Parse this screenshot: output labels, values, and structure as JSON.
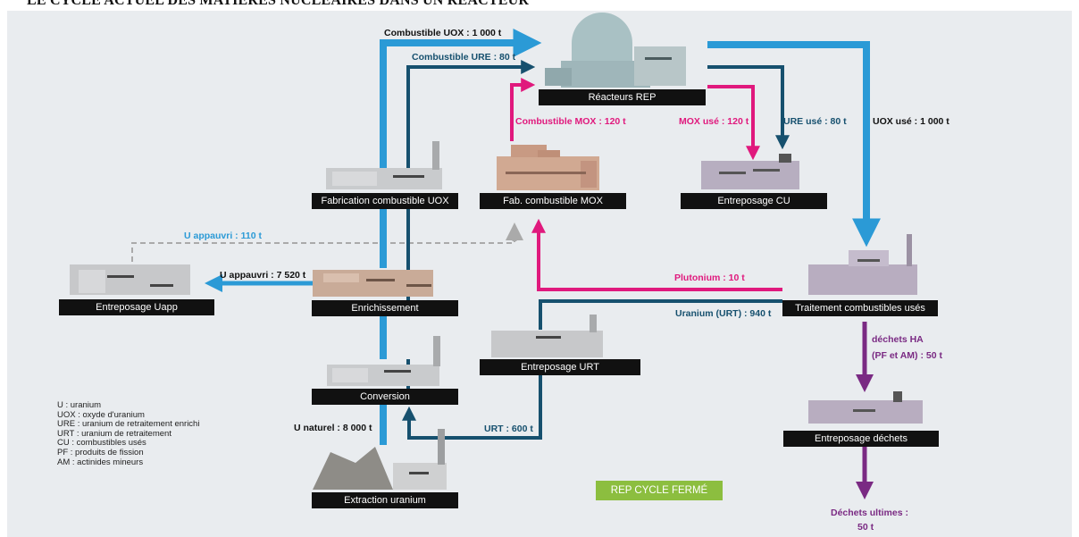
{
  "title": "LE CYCLE ACTUEL DES MATIÈRES NUCLÉAIRES DANS UN RÉACTEUR",
  "colors": {
    "uox_flow": "#2b9ad6",
    "ure_flow": "#16506e",
    "mox_flow": "#e0197d",
    "waste_flow": "#7a2a83",
    "depleted_flow": "#aaaaaa",
    "badge": "#8cbe3f"
  },
  "facilities": {
    "reactor": "Réacteurs REP",
    "fab_uox": "Fabrication combustible UOX",
    "fab_mox": "Fab. combustible MOX",
    "storage_cu": "Entreposage CU",
    "storage_uapp": "Entreposage Uapp",
    "enrichment": "Enrichissement",
    "treatment": "Traitement combustibles usés",
    "storage_urt": "Entreposage URT",
    "conversion": "Conversion",
    "storage_waste": "Entreposage déchets",
    "extraction": "Extraction uranium"
  },
  "flows": {
    "fuel_uox": "Combustible UOX : 1 000 t",
    "fuel_ure": "Combustible URE : 80 t",
    "fuel_mox": "Combustible MOX : 120 t",
    "mox_used": "MOX usé : 120 t",
    "ure_used": "URE usé : 80 t",
    "uox_used": "UOX usé : 1 000 t",
    "u_depleted_110": "U appauvri : 110 t",
    "u_depleted_7520": "U appauvri : 7 520 t",
    "plutonium": "Plutonium : 10 t",
    "uranium_urt": "Uranium (URT) : 940 t",
    "waste_ha_1": "déchets HA",
    "waste_ha_2": "(PF et AM) : 50 t",
    "urt_600": "URT : 600 t",
    "u_natural": "U naturel : 8 000 t",
    "ultimate_1": "Déchets ultimes :",
    "ultimate_2": "50 t"
  },
  "legend": [
    "U : uranium",
    "UOX : oxyde d'uranium",
    "URE : uranium de retraitement enrichi",
    "URT : uranium de retraitement",
    "CU : combustibles usés",
    "PF : produits de fission",
    "AM : actinides mineurs"
  ],
  "badge": "REP CYCLE FERMÉ"
}
